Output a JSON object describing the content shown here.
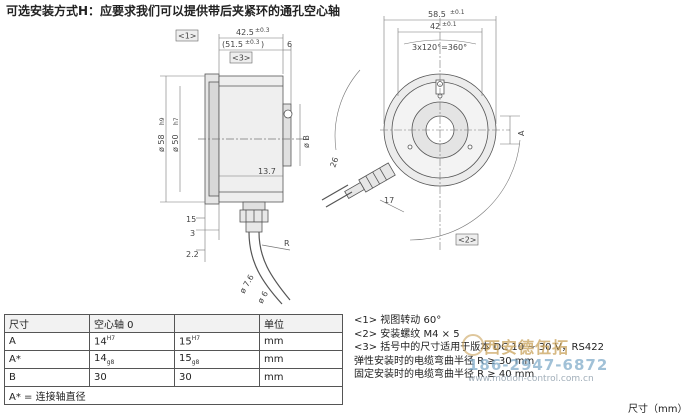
{
  "heading": "可选安装方式H：应要求我们可以提供带后夹紧环的通孔空心轴",
  "drawing": {
    "views": [
      "<1>",
      "<3>",
      "<2>"
    ],
    "dims": {
      "d425": "42.5",
      "d425_tol": "±0.3",
      "d515": "(51.5",
      "d515_tol": "±0.3",
      "d515_close": ")",
      "d6": "6",
      "d585": "58.5",
      "d585_tol": "±0.1",
      "d42": "42",
      "d42_tol": "±0.1",
      "d3x120": "3x120°=360°",
      "d58": "ø 58",
      "d58_tol": "h9",
      "d50": "ø 50",
      "d50_tol": "h7",
      "dB": "ø B",
      "dA": "ø A",
      "d137": "13.7",
      "d3": "3",
      "d15": "15",
      "d22": "2.2",
      "d26": "26",
      "d17": "17",
      "dR": "R",
      "d76": "ø 7.6",
      "d6c": "ø 6",
      "dA2": "A"
    }
  },
  "table": {
    "header": [
      "尺寸",
      "空心轴 0",
      "",
      "单位"
    ],
    "rows": [
      {
        "label": "A",
        "v1": "14",
        "v1_tol": "H7",
        "v2": "15",
        "v2_tol": "H7",
        "unit": "mm"
      },
      {
        "label": "A*",
        "v1": "14",
        "v1_tol": "g8",
        "v2": "15",
        "v2_tol": "g8",
        "unit": "mm"
      },
      {
        "label": "B",
        "v1": "30",
        "v1_tol": "",
        "v2": "30",
        "v2_tol": "",
        "unit": "mm"
      }
    ],
    "footnote": "A* = 连接轴直径"
  },
  "notes": [
    "<1> 视图转动 60°",
    "<2> 安装螺纹 M4 × 5",
    "<3> 括号中的尺寸适用于版本 DC 10 ~ 30 V，RS422",
    "弹性安装时的电缆弯曲半径 R ≥ 30 mm",
    "固定安装时的电缆弯曲半径 R ≥ 40 mm"
  ],
  "unit_label": "尺寸（mm）",
  "watermark": {
    "name": "西安德伍拓",
    "phone": "186-2947-6872",
    "url": "www.motion-control.com.cn"
  }
}
